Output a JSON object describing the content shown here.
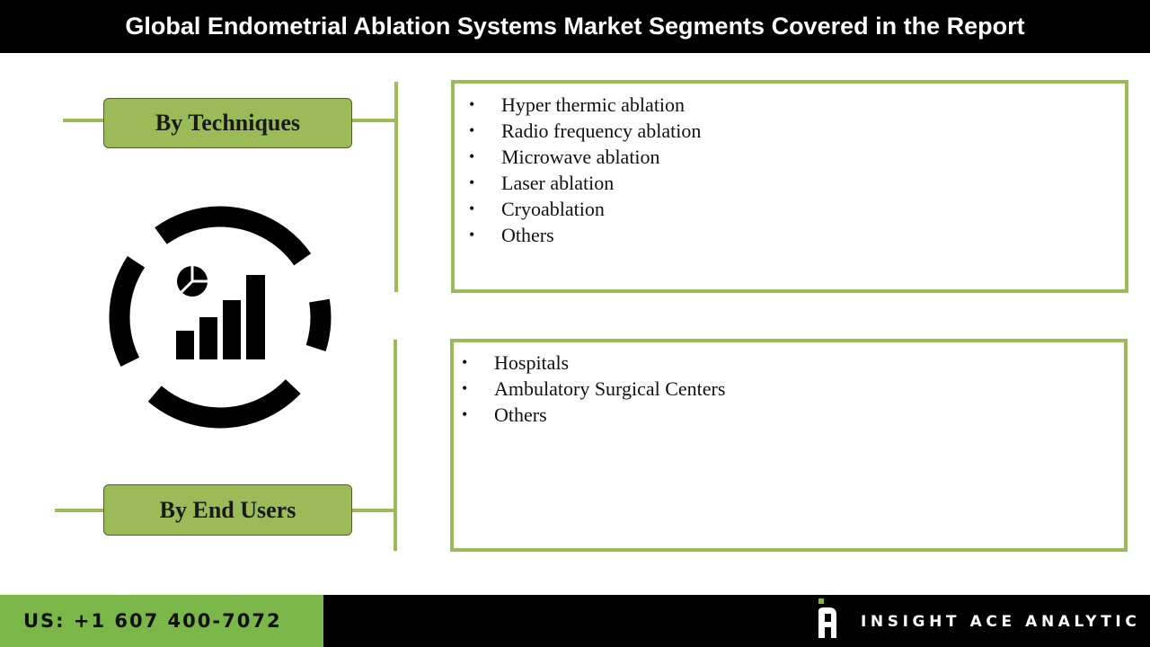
{
  "header": {
    "title": "Global Endometrial Ablation Systems Market Segments Covered in the Report"
  },
  "segments": [
    {
      "label": "By Techniques",
      "items": [
        "Hyper thermic ablation",
        "Radio frequency ablation",
        "Microwave ablation",
        "Laser ablation",
        "Cryoablation",
        "Others"
      ]
    },
    {
      "label": "By End Users",
      "items": [
        "Hospitals",
        "Ambulatory Surgical Centers",
        "Others"
      ]
    }
  ],
  "footer": {
    "phone": "US: +1 607 400-7072",
    "brand": "INSIGHT ACE ANALYTIC"
  },
  "icons": {
    "center": "analytics-chart-icon",
    "logo": "insight-ace-logo-icon"
  },
  "colors": {
    "accent": "#9bbb59",
    "footer_green": "#7ab648",
    "bar": "#000000"
  }
}
